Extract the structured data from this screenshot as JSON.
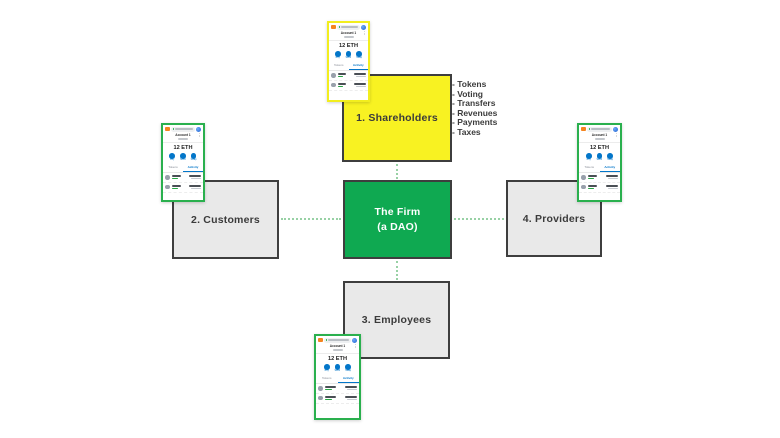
{
  "diagram": {
    "center_box": {
      "line1": "The Firm",
      "line2": "(a DAO)",
      "fill": "#0fa951",
      "text_color": "#ffffff"
    },
    "boxes": [
      {
        "id": "shareholders",
        "label": "1. Shareholders",
        "fill": "#f8f222"
      },
      {
        "id": "customers",
        "label": "2. Customers",
        "fill": "#e9e9e9"
      },
      {
        "id": "employees",
        "label": "3. Employees",
        "fill": "#e9e9e9"
      },
      {
        "id": "providers",
        "label": "4. Providers",
        "fill": "#e9e9e9"
      }
    ],
    "shareholder_functions": [
      "- Tokens",
      "- Voting",
      "- Transfers",
      "- Revenues",
      "- Payments",
      "- Taxes"
    ]
  },
  "wallet": {
    "account_name": "Account 1",
    "balance": "12 ETH",
    "actions": [
      "Buy",
      "Send",
      "Swap"
    ],
    "tabs": [
      "Tokens",
      "Activity"
    ],
    "kebab_icon": "⋮"
  },
  "colors": {
    "box_border": "#3e3e3e",
    "connector_dotted": "#98d1a5",
    "wallet_border_green": "#2ab04e",
    "wallet_border_yellow": "#f2ee1e",
    "wallet_accent_blue": "#0376c9",
    "wallet_logo_orange": "#f5841f",
    "gain_green": "#28a745"
  }
}
